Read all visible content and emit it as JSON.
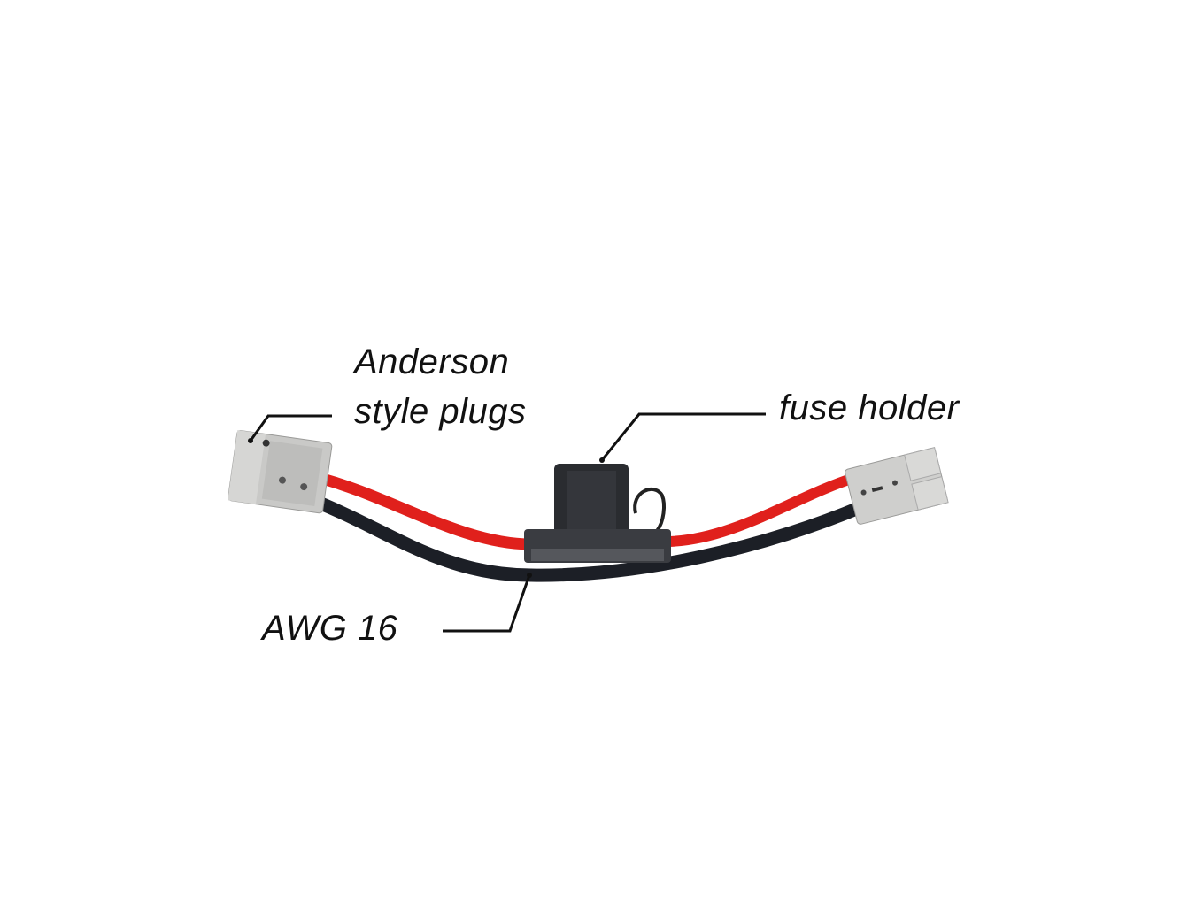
{
  "labels": {
    "anderson_line1": "Anderson",
    "anderson_line2": "style plugs",
    "fuse_holder": "fuse holder",
    "awg": "AWG 16"
  },
  "colors": {
    "red_wire": "#e0201c",
    "black_wire": "#1c1f26",
    "plug_gray": "#c9c9c7",
    "fuse_body": "#2a2c30"
  }
}
